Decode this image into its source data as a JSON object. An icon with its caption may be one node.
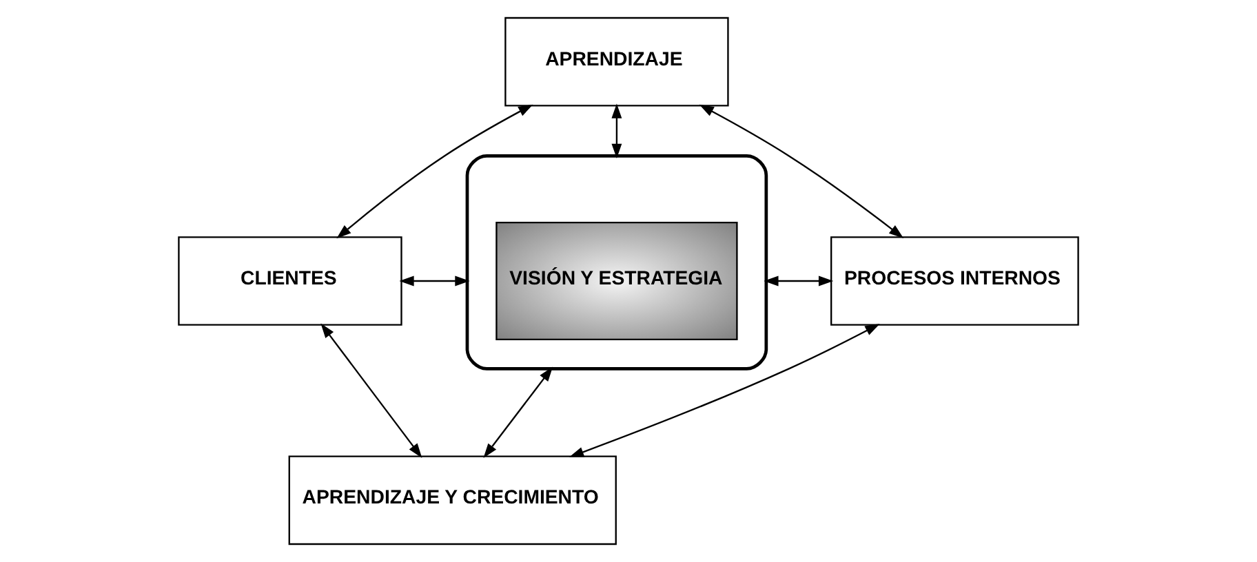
{
  "diagram": {
    "nodes": [
      {
        "text": [
          "APRENDIZAJE"
        ]
      },
      {
        "text": [
          "CLIENTES"
        ]
      },
      {
        "text": [],
        "shape": "ellipse"
      },
      {
        "text": [
          "VISIÓN Y ESTRATEGIA"
        ],
        "in": 2
      },
      {
        "text": [
          "PROCESOS INTERNOS"
        ]
      },
      {
        "text": [
          "APRENDIZAJE Y CRECIMIENTO"
        ]
      }
    ],
    "edges": [
      {
        "from": 0,
        "to": 1,
        "arrow": "both"
      },
      {
        "from": 0,
        "to": 4,
        "arrow": "both"
      },
      {
        "from": 0,
        "to": 2,
        "arrow": "both"
      },
      {
        "from": 1,
        "to": 2,
        "arrow": "both"
      },
      {
        "from": 2,
        "to": 4,
        "arrow": "both"
      },
      {
        "from": 2,
        "to": 5,
        "arrow": "both"
      },
      {
        "from": 1,
        "to": 5,
        "arrow": "both"
      },
      {
        "from": 5,
        "to": 4,
        "arrow": "both"
      }
    ]
  }
}
